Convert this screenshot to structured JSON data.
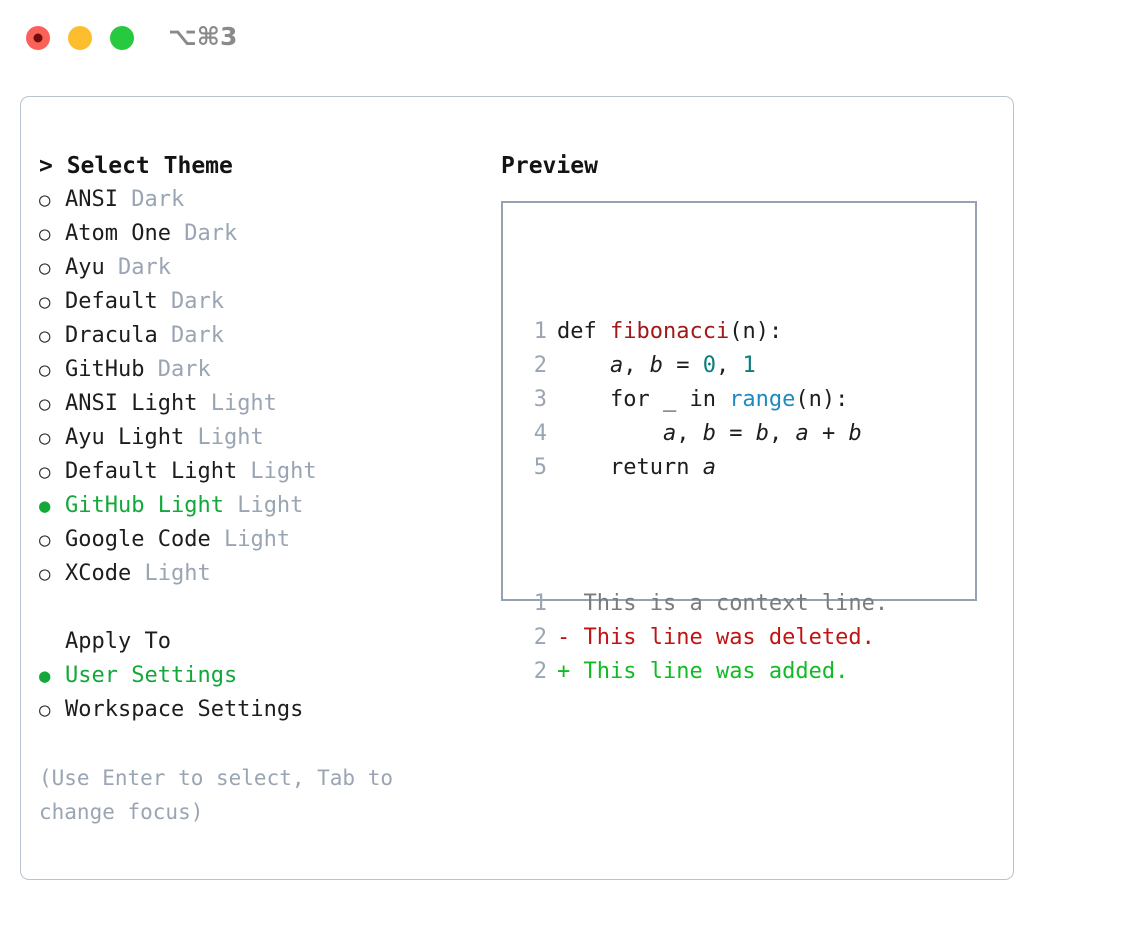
{
  "titlebar": {
    "shortcut_title": "⌥⌘3",
    "buttons": [
      {
        "name": "close",
        "color": "#fb6158"
      },
      {
        "name": "minimize",
        "color": "#fcbd2e"
      },
      {
        "name": "maximize",
        "color": "#27c93f"
      }
    ]
  },
  "colors": {
    "accent_green": "#12a83a",
    "muted": "#9aa5b4",
    "text": "#1d1d1d",
    "panel_border": "#b9c2cf",
    "preview_border": "#96a2b3"
  },
  "left": {
    "heading": "> Select Theme",
    "themes": [
      {
        "bullet": "○",
        "label": "ANSI",
        "variant": "Dark",
        "selected": false
      },
      {
        "bullet": "○",
        "label": "Atom One",
        "variant": "Dark",
        "selected": false
      },
      {
        "bullet": "○",
        "label": "Ayu",
        "variant": "Dark",
        "selected": false
      },
      {
        "bullet": "○",
        "label": "Default",
        "variant": "Dark",
        "selected": false
      },
      {
        "bullet": "○",
        "label": "Dracula",
        "variant": "Dark",
        "selected": false
      },
      {
        "bullet": "○",
        "label": "GitHub",
        "variant": "Dark",
        "selected": false
      },
      {
        "bullet": "○",
        "label": "ANSI Light",
        "variant": "Light",
        "selected": false
      },
      {
        "bullet": "○",
        "label": "Ayu Light",
        "variant": "Light",
        "selected": false
      },
      {
        "bullet": "○",
        "label": "Default Light",
        "variant": "Light",
        "selected": false
      },
      {
        "bullet": "●",
        "label": "GitHub Light",
        "variant": "Light",
        "selected": true
      },
      {
        "bullet": "○",
        "label": "Google Code",
        "variant": "Light",
        "selected": false
      },
      {
        "bullet": "○",
        "label": "XCode",
        "variant": "Light",
        "selected": false
      }
    ],
    "apply_to": {
      "heading": "Apply To",
      "options": [
        {
          "bullet": "●",
          "label": "User Settings",
          "selected": true
        },
        {
          "bullet": "○",
          "label": "Workspace Settings",
          "selected": false
        }
      ]
    },
    "hint": "(Use Enter to select, Tab to change focus)"
  },
  "right": {
    "heading": "Preview",
    "code_lines": [
      {
        "number": "1",
        "tokens": [
          {
            "text": "def ",
            "kind": "plain"
          },
          {
            "text": "fibonacci",
            "kind": "fn"
          },
          {
            "text": "(n):",
            "kind": "plain"
          }
        ]
      },
      {
        "number": "2",
        "tokens": [
          {
            "text": "    ",
            "kind": "plain"
          },
          {
            "text": "a",
            "kind": "var"
          },
          {
            "text": ", ",
            "kind": "plain"
          },
          {
            "text": "b",
            "kind": "var"
          },
          {
            "text": " = ",
            "kind": "plain"
          },
          {
            "text": "0",
            "kind": "num"
          },
          {
            "text": ", ",
            "kind": "plain"
          },
          {
            "text": "1",
            "kind": "num"
          }
        ]
      },
      {
        "number": "3",
        "tokens": [
          {
            "text": "    for _ in ",
            "kind": "plain"
          },
          {
            "text": "range",
            "kind": "builtin"
          },
          {
            "text": "(n):",
            "kind": "plain"
          }
        ]
      },
      {
        "number": "4",
        "tokens": [
          {
            "text": "        ",
            "kind": "plain"
          },
          {
            "text": "a",
            "kind": "var"
          },
          {
            "text": ", ",
            "kind": "plain"
          },
          {
            "text": "b",
            "kind": "var"
          },
          {
            "text": " = ",
            "kind": "plain"
          },
          {
            "text": "b",
            "kind": "var"
          },
          {
            "text": ", ",
            "kind": "plain"
          },
          {
            "text": "a",
            "kind": "var"
          },
          {
            "text": " + ",
            "kind": "plain"
          },
          {
            "text": "b",
            "kind": "var"
          }
        ]
      },
      {
        "number": "5",
        "tokens": [
          {
            "text": "    return ",
            "kind": "plain"
          },
          {
            "text": "a",
            "kind": "var"
          }
        ]
      }
    ],
    "diff_lines": [
      {
        "number": "1",
        "marker": " ",
        "text": " This is a context line.",
        "kind": "context"
      },
      {
        "number": "2",
        "marker": "-",
        "text": " This line was deleted.",
        "kind": "deleted"
      },
      {
        "number": "2",
        "marker": "+",
        "text": " This line was added.",
        "kind": "added"
      }
    ]
  }
}
